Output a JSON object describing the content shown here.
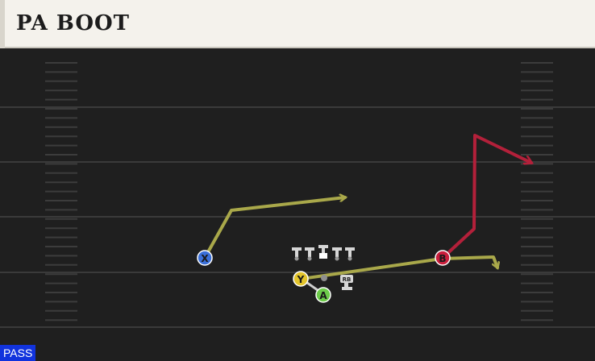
{
  "play": {
    "title": "PA BOOT",
    "type_badge": "PASS"
  },
  "players": {
    "x": {
      "label": "X",
      "color": "#3a6fd8"
    },
    "y": {
      "label": "Y",
      "color": "#e3c52c"
    },
    "a": {
      "label": "A",
      "color": "#6ccb4a"
    },
    "b": {
      "label": "B",
      "color": "#c81e3c"
    },
    "rb": {
      "label": "RB"
    }
  },
  "colors": {
    "route_yellow": "#a9a84a",
    "route_red": "#b3203a",
    "field": "#1f1f1f",
    "yard_line": "#3a3a3a"
  }
}
